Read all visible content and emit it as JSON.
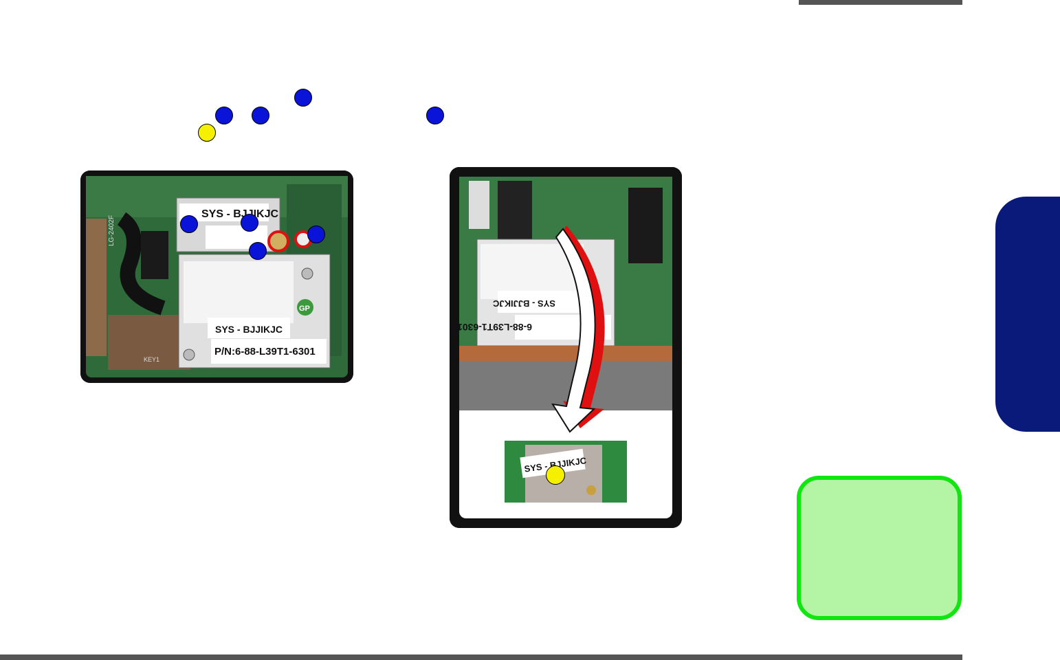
{
  "figure_left": {
    "label_module": "SYS - BJJIKJC",
    "label_modem": "SYS - BJJIKJC",
    "part_number": "P/N:6-88-L39T1-6301",
    "brand_mark": "GP",
    "chip_text": "LG-2402F",
    "connector_text": "KEY1"
  },
  "figure_right": {
    "label_modem": "SYS - BJJIKJC",
    "part_number": "6-88-L39T1-6301",
    "label_module": "SYS - BJJIKJC"
  },
  "colors": {
    "callout_blue": "#0a14d8",
    "callout_yellow": "#f4f000",
    "tab_navy": "#0a1a7a",
    "note_fill": "#b3f5a5",
    "note_border": "#11e611",
    "rule_gray": "#555555"
  }
}
